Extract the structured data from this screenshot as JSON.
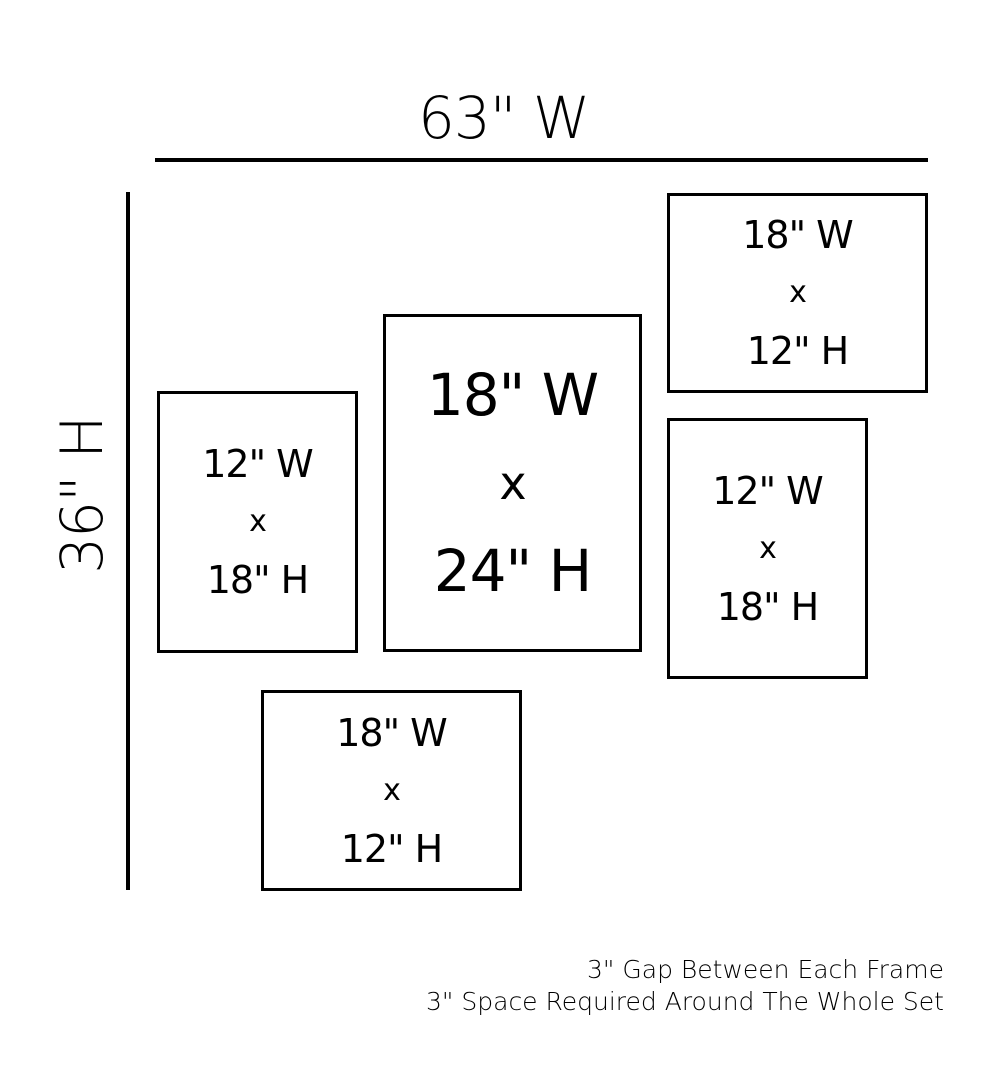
{
  "overall": {
    "width_label": "63\" W",
    "height_label": "36\" H"
  },
  "frames": [
    {
      "width": "18\" W",
      "sep": "x",
      "height": "12\" H"
    },
    {
      "width": "18\" W",
      "sep": "x",
      "height": "24\" H"
    },
    {
      "width": "12\" W",
      "sep": "x",
      "height": "18\" H"
    },
    {
      "width": "12\" W",
      "sep": "x",
      "height": "18\" H"
    },
    {
      "width": "18\" W",
      "sep": "x",
      "height": "12\" H"
    }
  ],
  "notes": [
    "3\" Gap Between Each Frame",
    "3\" Space Required Around The Whole Set"
  ]
}
